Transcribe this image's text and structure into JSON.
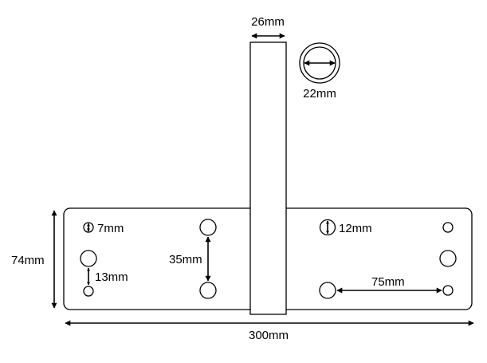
{
  "dimensions": {
    "bar_width": "26mm",
    "rod_diameter": "22mm",
    "plate_height": "74mm",
    "plate_width": "300mm",
    "hole_7": "7mm",
    "hole_13": "13mm",
    "hole_spacing": "35mm",
    "hole_12": "12mm",
    "hole_offset": "75mm"
  },
  "colors": {
    "stroke": "#000000",
    "fill": "#ffffff"
  }
}
